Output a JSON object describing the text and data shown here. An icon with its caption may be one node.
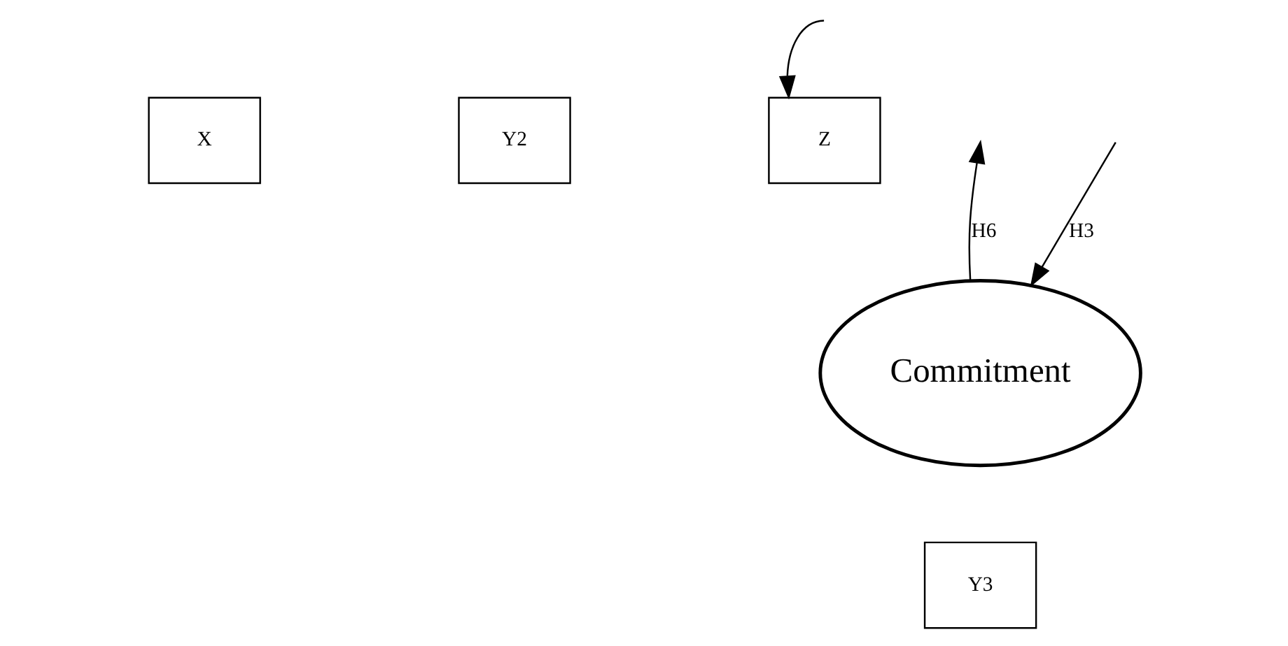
{
  "diagram": {
    "nodes": [
      {
        "text": [
          "X"
        ]
      },
      {
        "text": [
          "Y2"
        ]
      },
      {
        "text": [
          "Z"
        ]
      },
      {
        "text": [
          "Commitment"
        ]
      },
      {
        "text": [
          "Y3"
        ]
      }
    ],
    "edges": [
      {
        "from": null,
        "to": 3,
        "arrow": "to",
        "label": "H3"
      },
      {
        "from": 3,
        "to": null,
        "arrow": "to",
        "label": "H6"
      },
      {
        "from": null,
        "to": 2,
        "arrow": "to"
      }
    ]
  }
}
